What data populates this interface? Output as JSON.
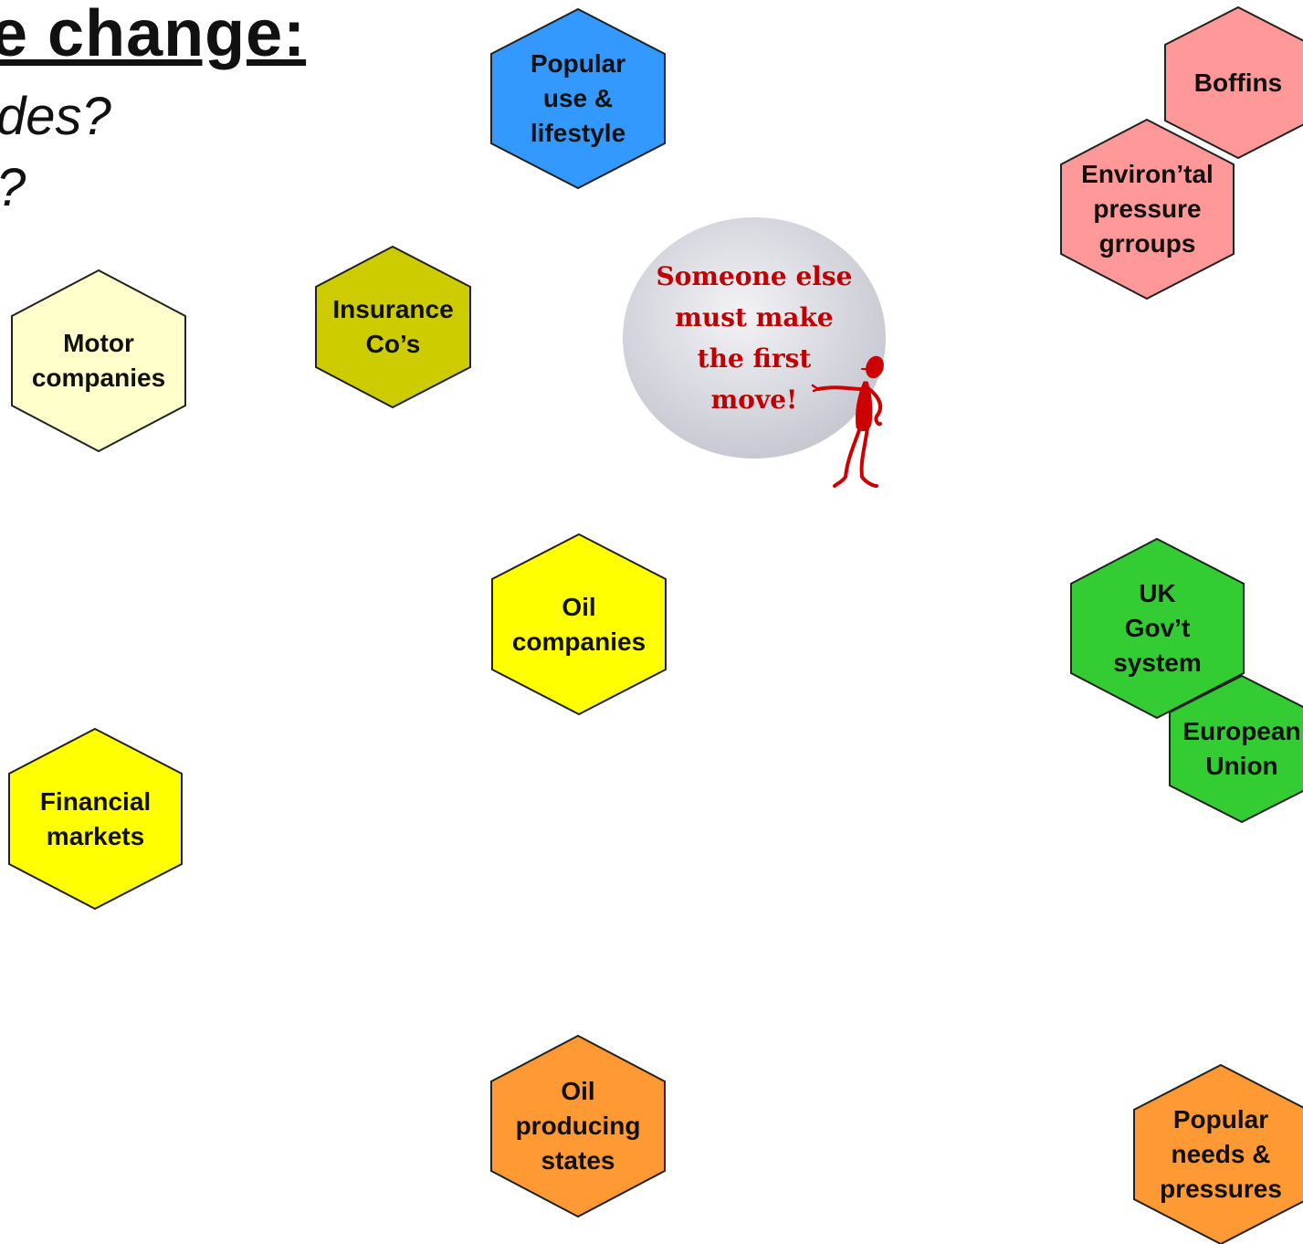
{
  "heading": {
    "title": "e change:",
    "question_1": "des?",
    "question_2": "?"
  },
  "colors": {
    "outline": "#222222",
    "speech_text": "#c00000",
    "figure": "#cc0000"
  },
  "hexagons": {
    "popular_use": {
      "lines": [
        "Popular",
        "use &",
        "lifestyle"
      ],
      "color": "#3399ff"
    },
    "boffins": {
      "lines": [
        "Boffins"
      ],
      "color": "#ff9999"
    },
    "environmental": {
      "lines": [
        "Environ’tal",
        "pressure",
        "grroups"
      ],
      "color": "#ff9999"
    },
    "motor": {
      "lines": [
        "Motor",
        "companies"
      ],
      "color": "#ffffcc"
    },
    "insurance": {
      "lines": [
        "Insurance",
        "Co’s"
      ],
      "color": "#cccc00"
    },
    "oil_companies": {
      "lines": [
        "Oil",
        "companies"
      ],
      "color": "#ffff00"
    },
    "uk_govt": {
      "lines": [
        "UK",
        "Gov’t",
        "system"
      ],
      "color": "#33cc33"
    },
    "eu": {
      "lines": [
        "European",
        "Union"
      ],
      "color": "#33cc33"
    },
    "financial": {
      "lines": [
        "Financial",
        "markets"
      ],
      "color": "#ffff00"
    },
    "oil_states": {
      "lines": [
        "Oil",
        "producing",
        "states"
      ],
      "color": "#ff9933"
    },
    "popular_needs": {
      "lines": [
        "Popular",
        "needs &",
        "pressures"
      ],
      "color": "#ff9933"
    }
  },
  "speech": {
    "lines": [
      "Someone else",
      "must make",
      "the first",
      "move!"
    ],
    "fill_light": "#f2f2f6",
    "fill_dark": "#c8c8d2"
  }
}
